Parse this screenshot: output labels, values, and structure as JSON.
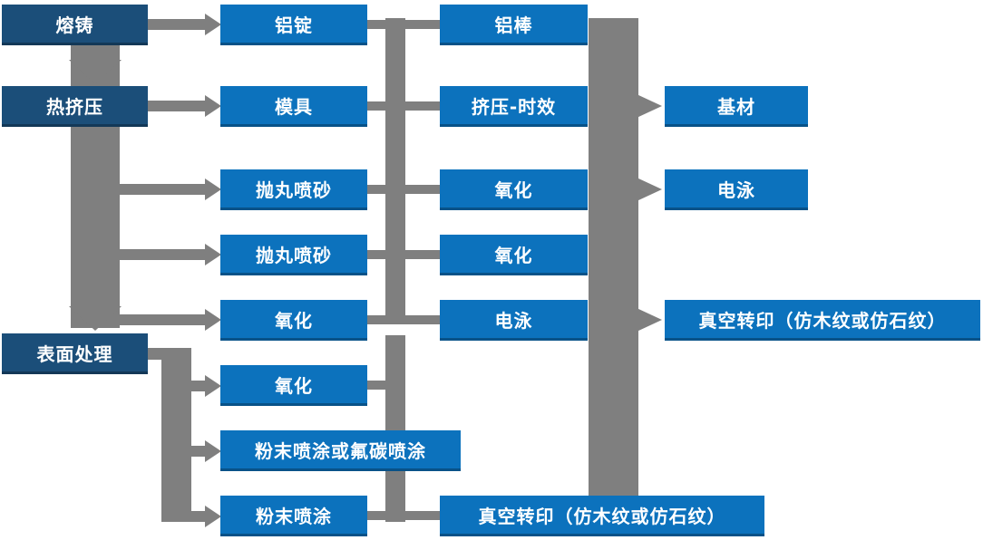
{
  "colors": {
    "dark_blue": "#1B4E79",
    "blue": "#0C72BD",
    "connector_gray": "#7F7F7F",
    "text_white": "#FFFFFF",
    "background": "#FFFFFF"
  },
  "nodes": {
    "melt_casting": {
      "label": "熔铸"
    },
    "hot_extrusion": {
      "label": "热挤压"
    },
    "surface_treatment": {
      "label": "表面处理"
    },
    "aluminum_ingot": {
      "label": "铝锭"
    },
    "mold": {
      "label": "模具"
    },
    "shot_blasting_1": {
      "label": "抛丸喷砂"
    },
    "shot_blasting_2": {
      "label": "抛丸喷砂"
    },
    "oxidation_1": {
      "label": "氧化"
    },
    "oxidation_2": {
      "label": "氧化"
    },
    "powder_or_fluorocarbon_coating": {
      "label": "粉末喷涂或氟碳喷涂"
    },
    "powder_coating": {
      "label": "粉末喷涂"
    },
    "aluminum_rod": {
      "label": "铝棒"
    },
    "extrusion_aging": {
      "label": "挤压-时效"
    },
    "oxidation_3": {
      "label": "氧化"
    },
    "oxidation_4": {
      "label": "氧化"
    },
    "electrophoresis_1": {
      "label": "电泳"
    },
    "vacuum_transfer_bottom": {
      "label": "真空转印（仿木纹或仿石纹）"
    },
    "base_material": {
      "label": "基材"
    },
    "electrophoresis_2": {
      "label": "电泳"
    },
    "vacuum_transfer_right": {
      "label": "真空转印（仿木纹或仿石纹）"
    }
  },
  "edges": [
    [
      "melt_casting",
      "hot_extrusion"
    ],
    [
      "hot_extrusion",
      "surface_treatment"
    ],
    [
      "melt_casting",
      "aluminum_ingot"
    ],
    [
      "hot_extrusion",
      "mold"
    ],
    [
      "hot_extrusion",
      "shot_blasting_1"
    ],
    [
      "hot_extrusion",
      "shot_blasting_2"
    ],
    [
      "hot_extrusion",
      "oxidation_1"
    ],
    [
      "surface_treatment",
      "oxidation_2"
    ],
    [
      "surface_treatment",
      "powder_or_fluorocarbon_coating"
    ],
    [
      "surface_treatment",
      "powder_coating"
    ],
    [
      "aluminum_ingot",
      "aluminum_rod"
    ],
    [
      "mold",
      "extrusion_aging"
    ],
    [
      "shot_blasting_1",
      "oxidation_3"
    ],
    [
      "shot_blasting_2",
      "oxidation_4"
    ],
    [
      "oxidation_1",
      "electrophoresis_1"
    ],
    [
      "oxidation_2",
      "vacuum_transfer_bottom"
    ],
    [
      "powder_or_fluorocarbon_coating",
      "vacuum_transfer_bottom"
    ],
    [
      "powder_coating",
      "vacuum_transfer_bottom"
    ],
    [
      "extrusion_aging",
      "base_material"
    ],
    [
      "oxidation_3",
      "electrophoresis_2"
    ],
    [
      "electrophoresis_1",
      "vacuum_transfer_right"
    ]
  ]
}
